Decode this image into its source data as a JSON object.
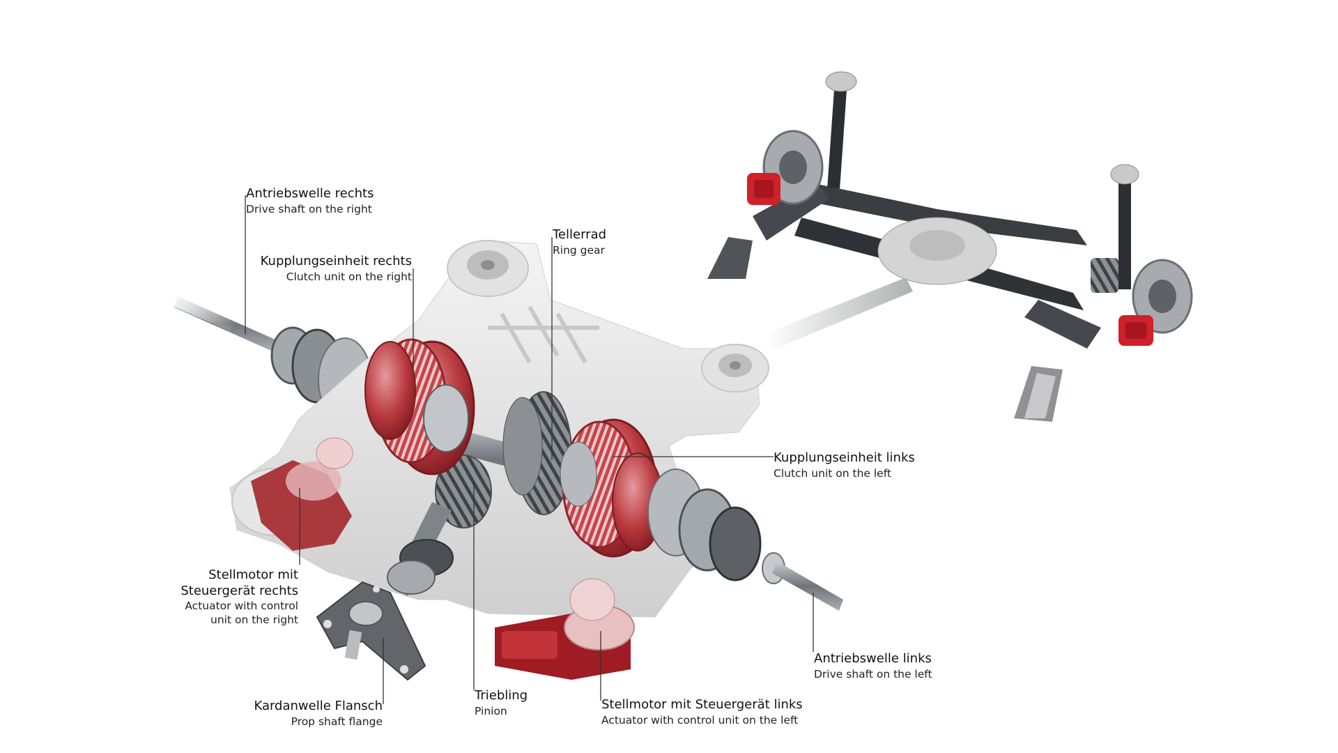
{
  "colors": {
    "background": "#ffffff",
    "housing": "#e4e4e4",
    "housing_dark": "#c8c8c8",
    "clutch_red": "#b32a30",
    "clutch_red_light": "#d9777b",
    "shaft": "#8a8f94",
    "subframe_dark": "#3a3d42",
    "caliper_red": "#d0202a",
    "leader_line": "#333333"
  },
  "labels": [
    {
      "id": "drive_shaft_right",
      "de": "Antriebswelle rechts",
      "en": "Drive shaft on the right"
    },
    {
      "id": "clutch_unit_right",
      "de": "Kupplungseinheit rechts",
      "en": "Clutch unit on the right"
    },
    {
      "id": "ring_gear",
      "de": "Tellerrad",
      "en": "Ring gear"
    },
    {
      "id": "clutch_unit_left",
      "de": "Kupplungseinheit links",
      "en": "Clutch unit on the left"
    },
    {
      "id": "actuator_right",
      "de_line1": "Stellmotor mit",
      "de_line2": "Steuergerät rechts",
      "en_line1": "Actuator with control",
      "en_line2": "unit on the right"
    },
    {
      "id": "drive_shaft_left",
      "de": "Antriebswelle links",
      "en": "Drive shaft on the left"
    },
    {
      "id": "prop_shaft_flange",
      "de": "Kardanwelle Flansch",
      "en": "Prop shaft flange"
    },
    {
      "id": "pinion",
      "de": "Triebling",
      "en": "Pinion"
    },
    {
      "id": "actuator_left",
      "de": "Stellmotor mit Steuergerät links",
      "en": "Actuator with control unit on the left"
    }
  ]
}
